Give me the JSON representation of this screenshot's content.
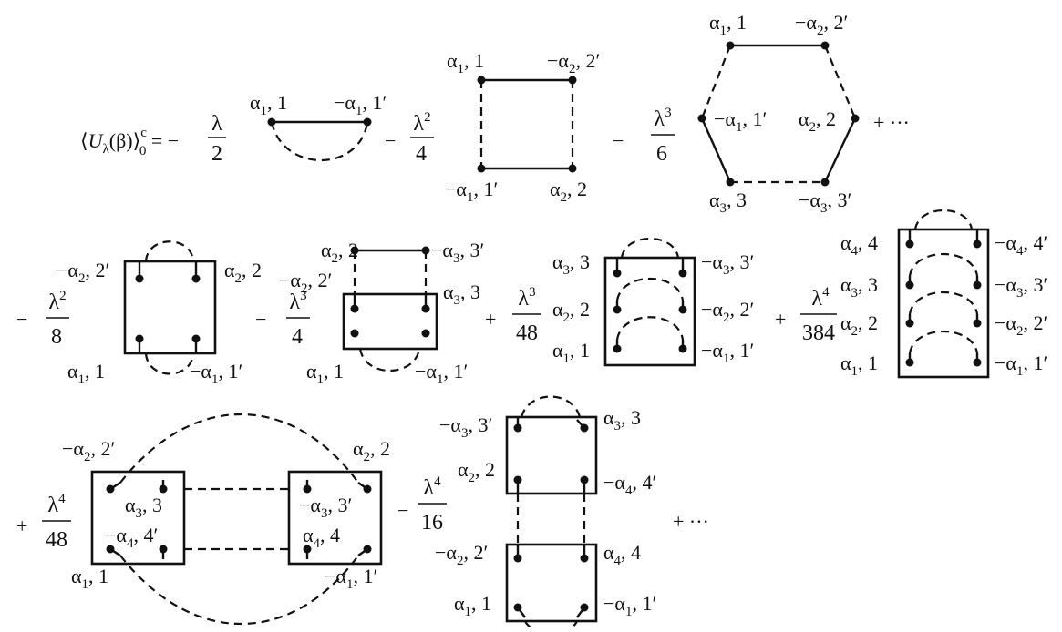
{
  "equation": {
    "lhs": "⟨Uλ(β)⟩c0 =",
    "terms": [
      {
        "sign": "−",
        "num": "λ",
        "den": "2"
      },
      {
        "sign": "−",
        "num": "λ2",
        "den": "4"
      },
      {
        "sign": "−",
        "num": "λ3",
        "den": "6"
      },
      {
        "sign": "−",
        "num": "λ2",
        "den": "8"
      },
      {
        "sign": "−",
        "num": "λ3",
        "den": "4"
      },
      {
        "sign": "+",
        "num": "λ3",
        "den": "48"
      },
      {
        "sign": "+",
        "num": "λ4",
        "den": "384"
      },
      {
        "sign": "+",
        "num": "λ4",
        "den": "48"
      },
      {
        "sign": "−",
        "num": "λ4",
        "den": "16"
      }
    ],
    "ellipsis": "+ ···"
  },
  "vertex_labels": {
    "a1_1": "α1, 1",
    "ma1_1p": "−α1, 1′",
    "a2_2": "α2, 2",
    "ma2_2p": "−α2, 2′",
    "a3_3": "α3, 3",
    "ma3_3p": "−α3, 3′",
    "a4_4": "α4, 4",
    "ma4_4p": "−α4, 4′"
  }
}
